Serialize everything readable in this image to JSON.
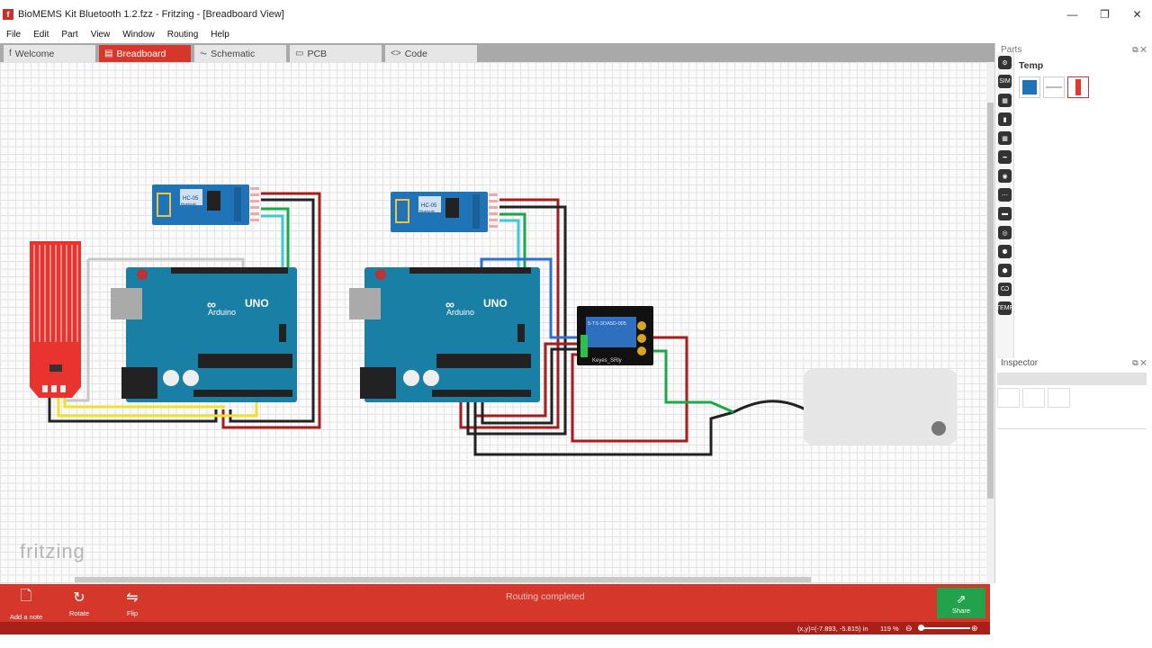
{
  "window": {
    "title": "BioMEMS Kit Bluetooth 1.2.fzz - Fritzing - [Breadboard View]",
    "logo": "f",
    "controls": [
      "—",
      "❐",
      "✕"
    ]
  },
  "menu": [
    "File",
    "Edit",
    "Part",
    "View",
    "Window",
    "Routing",
    "Help"
  ],
  "tabs": [
    {
      "label": "Welcome",
      "icon": "f"
    },
    {
      "label": "Breadboard",
      "icon": "▤"
    },
    {
      "label": "Schematic",
      "icon": "⏦"
    },
    {
      "label": "PCB",
      "icon": "▭"
    },
    {
      "label": "Code",
      "icon": "<>"
    }
  ],
  "canvas": {
    "watermark": "fritzing",
    "modules": {
      "hc05_label": "HC-05",
      "hc05_sub": "Bluetooth",
      "arduino_brand": "Arduino",
      "arduino_model": "UNO",
      "relay_text": "5-TS-3OA5D-005",
      "relay_name": "Keyes_SRly"
    }
  },
  "parts_panel": {
    "title": "Parts",
    "bin_name": "Temp",
    "bin_labels": [
      "SIM",
      "TEMP"
    ]
  },
  "inspector": {
    "title": "Inspector"
  },
  "toolbar": {
    "add_note": "Add a note",
    "rotate": "Rotate",
    "flip": "Flip",
    "routing_status": "Routing completed",
    "share": "Share"
  },
  "status": {
    "coords": "(x,y)=(-7.893, -5.815) in",
    "zoom": "119 %"
  },
  "colors": {
    "accent": "#d6372b",
    "share": "#22a24b",
    "arduino": "#1a7fa5",
    "hc05": "#1f73b7",
    "relay": "#2f6fc0"
  }
}
